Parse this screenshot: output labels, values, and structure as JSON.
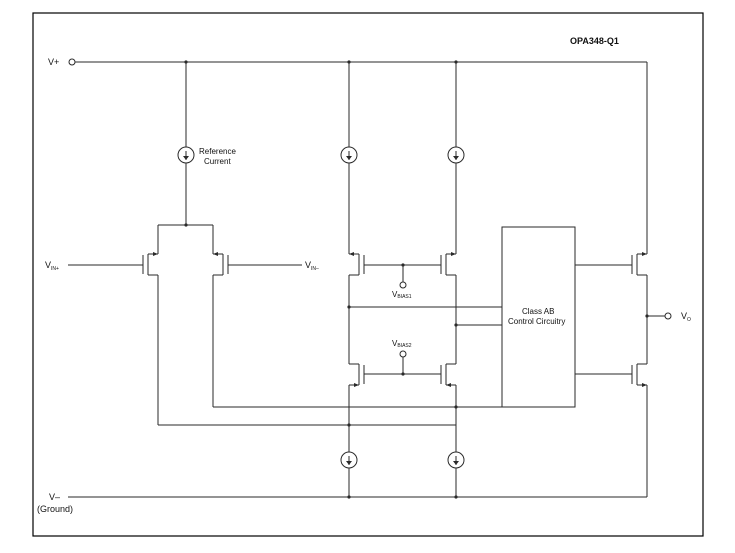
{
  "title": "OPA348-Q1",
  "pins": {
    "vplus": "V+",
    "vminus": "V–",
    "ground": "(Ground)",
    "vin_plus": {
      "main": "V",
      "sub": "IN+"
    },
    "vin_minus": {
      "main": "V",
      "sub": "IN–"
    },
    "vo": {
      "main": "V",
      "sub": "O"
    }
  },
  "bias": {
    "vbias1": {
      "main": "V",
      "sub": "BIAS1"
    },
    "vbias2": {
      "main": "V",
      "sub": "BIAS2"
    }
  },
  "reference": {
    "line1": "Reference",
    "line2": "Current"
  },
  "classab": {
    "line1": "Class AB",
    "line2": "Control Circuitry"
  }
}
